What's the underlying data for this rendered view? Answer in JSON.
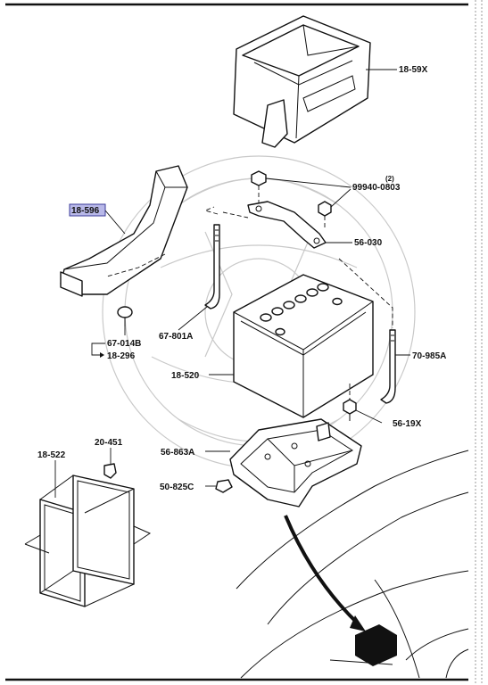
{
  "parts": {
    "p18_59x": "18-59X",
    "p18_596": "18-596",
    "p99940_0803": "99940-0803",
    "qty_2": "(2)",
    "p56_030": "56-030",
    "p67_801a": "67-801A",
    "p67_014b": "67-014B",
    "p18_296": "18-296",
    "p70_985a": "70-985A",
    "p18_520": "18-520",
    "p56_19x": "56-19X",
    "p20_451": "20-451",
    "p18_522": "18-522",
    "p56_863a": "56-863A",
    "p50_825c": "50-825C"
  },
  "colors": {
    "highlight_fill": "#b8b8e8",
    "highlight_border": "#3a3a9a",
    "line": "#111111",
    "watermark": "#c9c9c9"
  }
}
